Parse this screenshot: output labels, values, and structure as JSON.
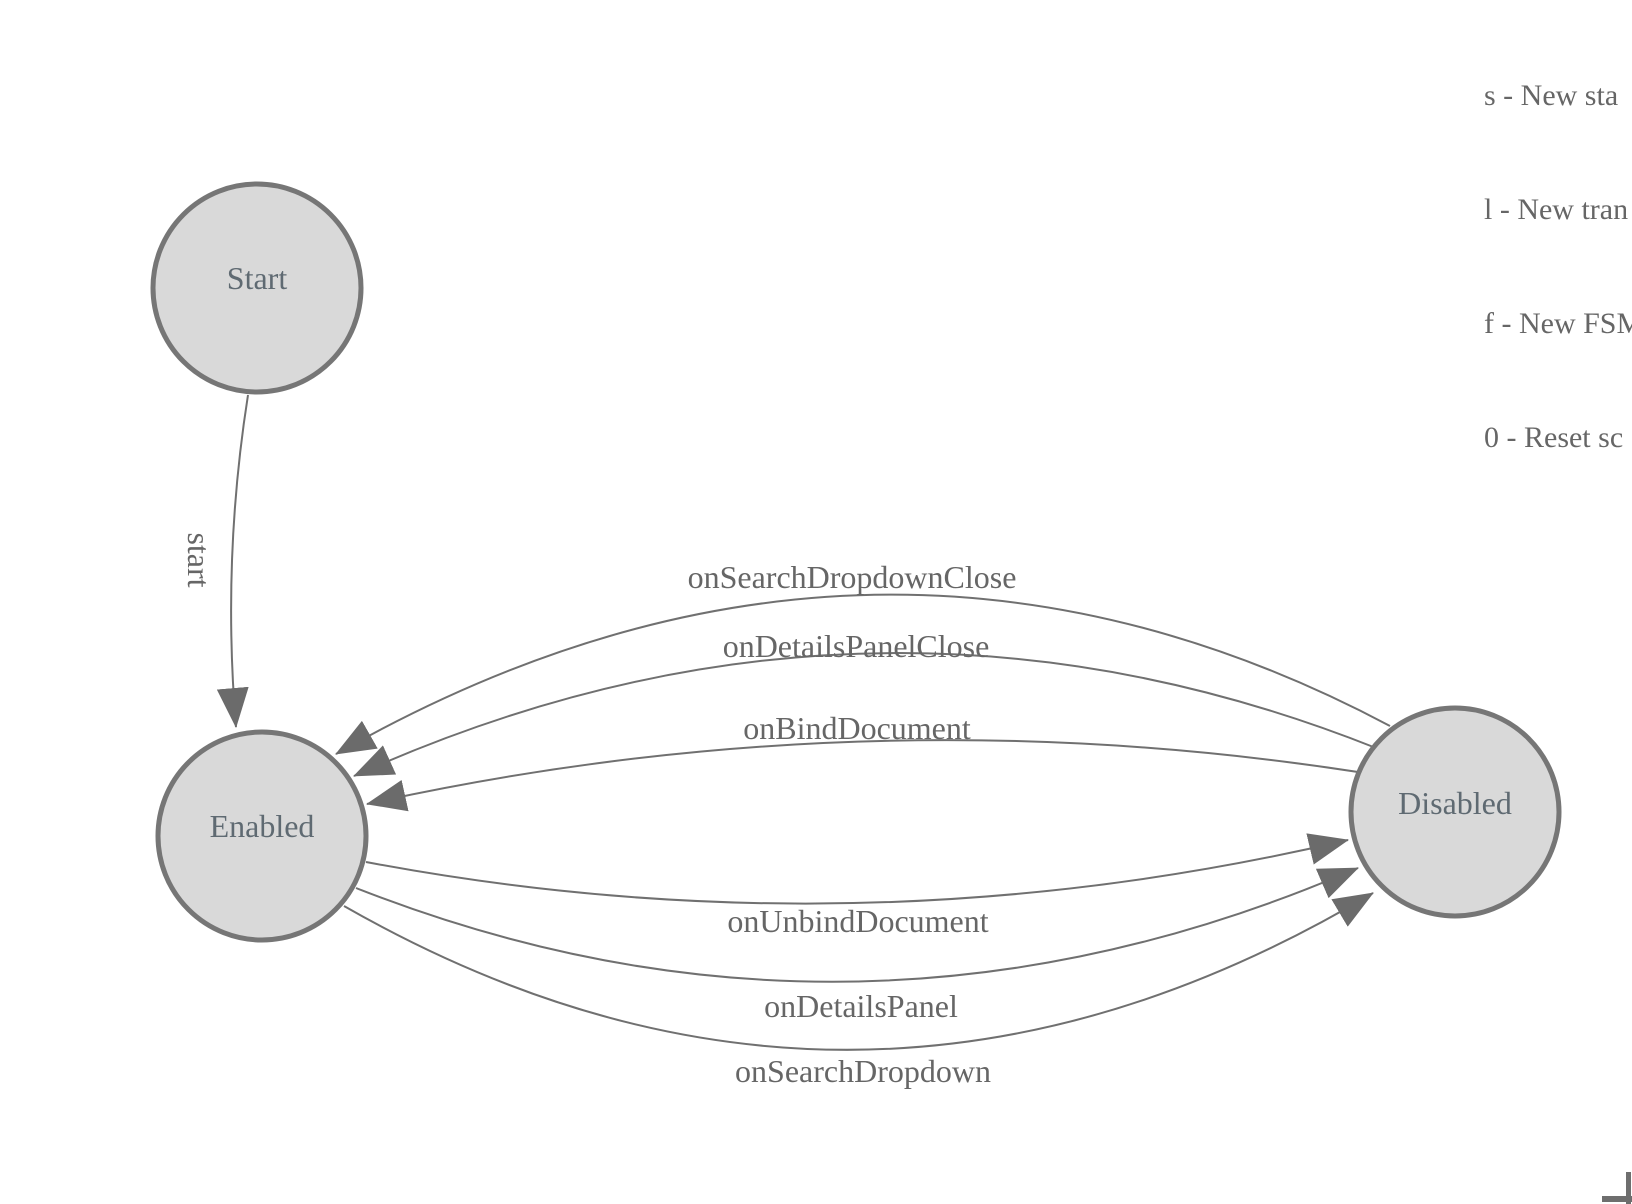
{
  "legend": {
    "lines": [
      "s - New sta",
      "l - New tran",
      "f - New FSM",
      "0 - Reset sc"
    ]
  },
  "fsm": {
    "nodes": [
      {
        "id": "start",
        "label": "Start"
      },
      {
        "id": "enabled",
        "label": "Enabled"
      },
      {
        "id": "disabled",
        "label": "Disabled"
      }
    ],
    "edges": [
      {
        "label": "start",
        "from": "start",
        "to": "enabled"
      },
      {
        "label": "onSearchDropdownClose",
        "from": "disabled",
        "to": "enabled"
      },
      {
        "label": "onDetailsPanelClose",
        "from": "disabled",
        "to": "enabled"
      },
      {
        "label": "onBindDocument",
        "from": "disabled",
        "to": "enabled"
      },
      {
        "label": "onUnbindDocument",
        "from": "enabled",
        "to": "disabled"
      },
      {
        "label": "onDetailsPanel",
        "from": "enabled",
        "to": "disabled"
      },
      {
        "label": "onSearchDropdown",
        "from": "enabled",
        "to": "disabled"
      }
    ]
  },
  "colors": {
    "node_fill": "#d9d9d9",
    "node_stroke": "#767676",
    "edge_stroke": "#707070",
    "arrow_fill": "#6b6b6b",
    "node_text": "#5f6a72",
    "label_text": "#666666"
  }
}
